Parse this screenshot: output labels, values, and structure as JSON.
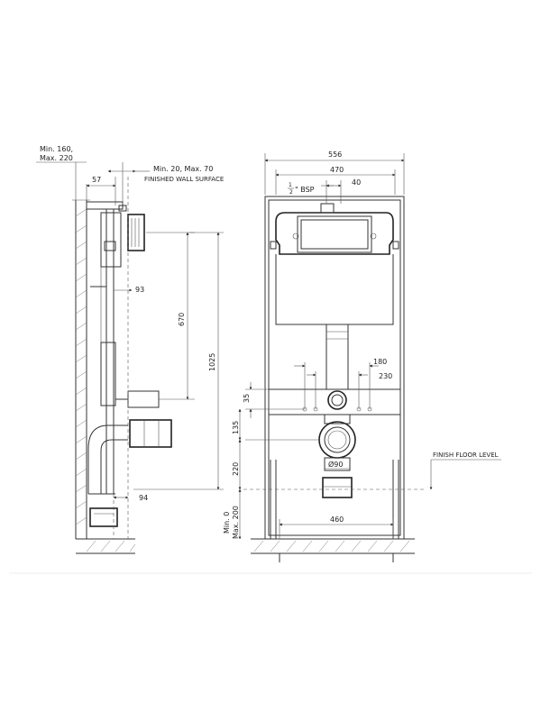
{
  "side_view": {
    "wall_depth": {
      "line1": "Min. 160,",
      "line2": "Max. 220"
    },
    "dim_57": "57",
    "wall_finish": {
      "line1": "Min. 20, Max. 70",
      "line2": "FINISHED WALL SURFACE"
    },
    "dim_93": "93",
    "dim_670": "670",
    "dim_1025": "1025",
    "dim_94": "94"
  },
  "front_view": {
    "dim_556": "556",
    "dim_470": "470",
    "bsp": {
      "num": "1",
      "den": "2",
      "unit": "\" BSP"
    },
    "dim_40": "40",
    "dim_180": "180",
    "dim_230": "230",
    "dim_35": "35",
    "dim_135": "135",
    "dim_220": "220",
    "dim_90": "Ø90",
    "finish_floor_level": "FINISH FLOOR LEVEL",
    "floor_range": {
      "line1": "Min. 0",
      "line2": "Max. 200"
    },
    "dim_460": "460"
  }
}
